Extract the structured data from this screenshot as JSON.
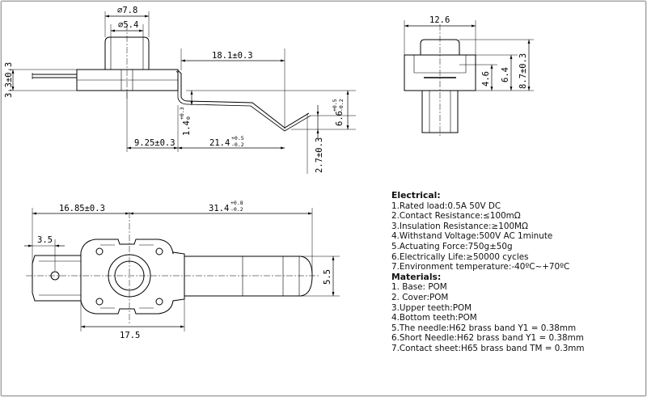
{
  "dimensions": {
    "cap_outer_dia": "∅7.8",
    "cap_inner_dia": "∅5.4",
    "lever_length": "18.1±0.3",
    "body_height": "3.3±0.3",
    "bend_height_main": "1.4",
    "bend_height_sup": "+0.3",
    "bend_height_sub": "0",
    "offset_9_25": "9.25±0.3",
    "lever_21_4_main": "21.4",
    "lever_21_4_sup": "+0.5",
    "lever_21_4_sub": "-0.2",
    "height_6_6_main": "6.6",
    "height_6_6_sup": "+0.5",
    "height_6_6_sub": "-0.2",
    "tip_2_7": "2.7±0.3",
    "side_width": "12.6",
    "side_h_4_6": "4.6",
    "side_h_6_4": "6.4",
    "side_h_8_7": "8.7±0.3",
    "plan_16_85": "16.85±0.3",
    "plan_31_4_main": "31.4",
    "plan_31_4_sup": "+0.8",
    "plan_31_4_sub": "-0.2",
    "plan_3_5": "3.5",
    "plan_5_5": "5.5",
    "plan_17_5": "17.5"
  },
  "specs": {
    "electrical_title": "Electrical:",
    "electrical": [
      "1.Rated load:0.5A 50V DC",
      "2.Contact Resistance:≤100mΩ",
      "3.Insulation Resistance:≥100MΩ",
      "4.Withstand Voltage:500V AC 1minute",
      "5.Actuating Force:750g±50g",
      "6.Electrically Life:≥50000 cycles",
      "7.Environment temperature:-40ºC~+70ºC"
    ],
    "materials_title": "Materials:",
    "materials": [
      "1. Base: POM",
      "2. Cover:POM",
      "3.Upper teeth:POM",
      "4.Bottom teeth:POM",
      "5.The needle:H62 brass band Y1 = 0.38mm",
      "6.Short Needle:H62 brass band Y1 = 0.38mm",
      "7.Contact sheet:H65 brass band TM = 0.3mm"
    ]
  }
}
